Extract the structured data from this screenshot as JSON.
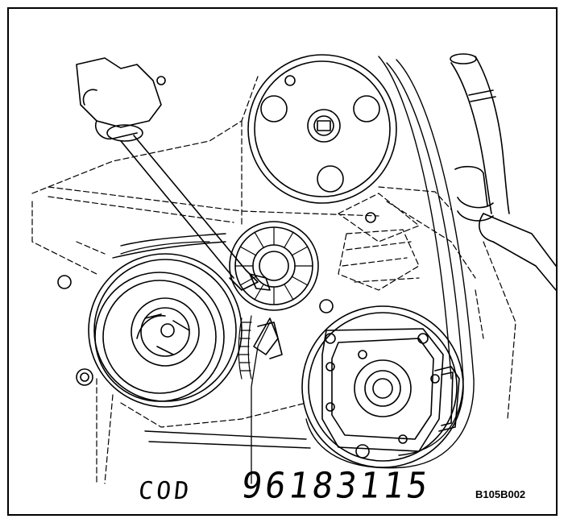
{
  "figure": {
    "reference_code": "B105B002",
    "handwritten_prefix": "COD",
    "handwritten_part_number": "96183115",
    "line_color": "#000000",
    "background_color": "#ffffff"
  }
}
